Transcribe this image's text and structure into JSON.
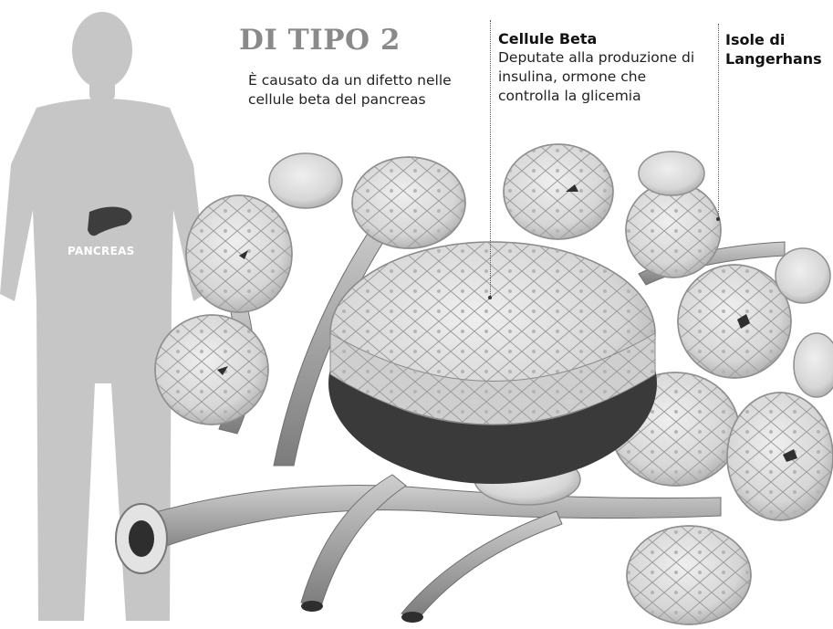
{
  "title": "DI TIPO 2",
  "description": "È causato da un difetto nelle cellule beta del pancreas",
  "annotations": {
    "beta_heading": "Cellule Beta",
    "beta_text": "Deputate alla produzione di insulina, ormone che controlla la glicemia",
    "islets": "Isole di Langerhans",
    "organ": "PANCREAS"
  },
  "colors": {
    "silhouette": "#c6c6c6",
    "tissue": "#d9d9d9",
    "vessel": "#a8a8a8",
    "shadow": "#3a3a3a",
    "title": "#8a8a8a"
  }
}
